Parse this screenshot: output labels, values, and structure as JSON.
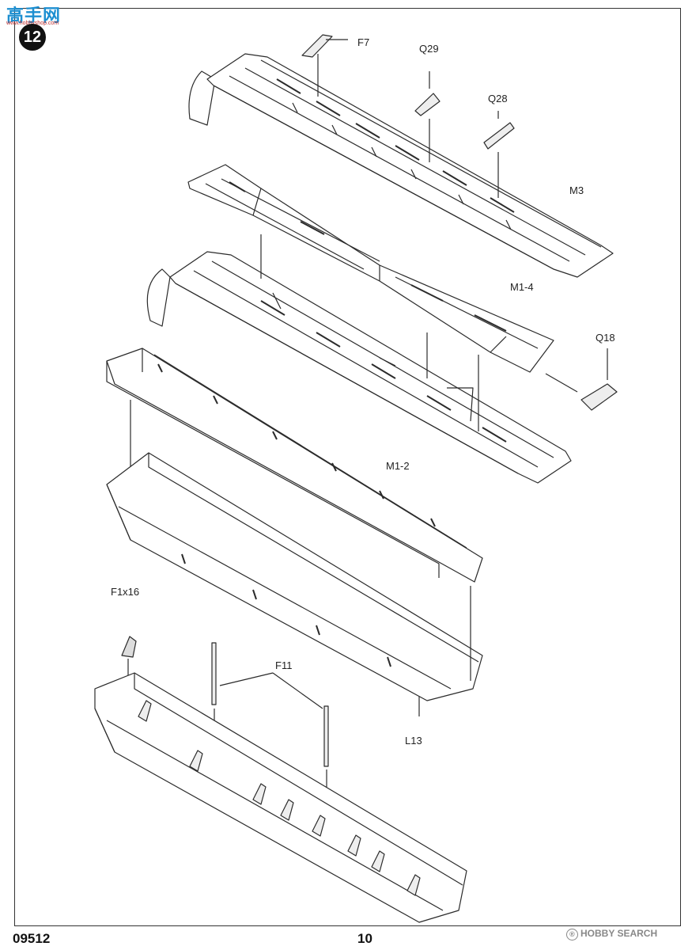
{
  "watermark": {
    "logo": "高手网",
    "site": "www.hobbyshop.com"
  },
  "step_number": "12",
  "labels": {
    "f7": "F7",
    "q29": "Q29",
    "q28": "Q28",
    "m3": "M3",
    "m1_4": "M1-4",
    "q18": "Q18",
    "m1_2": "M1-2",
    "f1x16": "F1x16",
    "f11": "F11",
    "l13": "L13"
  },
  "footer": {
    "code": "09512",
    "page": "10",
    "brand": "HOBBY SEARCH",
    "brand_mark": "®"
  },
  "colors": {
    "line": "#2b2b2b",
    "shade": "#d8d8d8",
    "paper": "#ffffff"
  }
}
